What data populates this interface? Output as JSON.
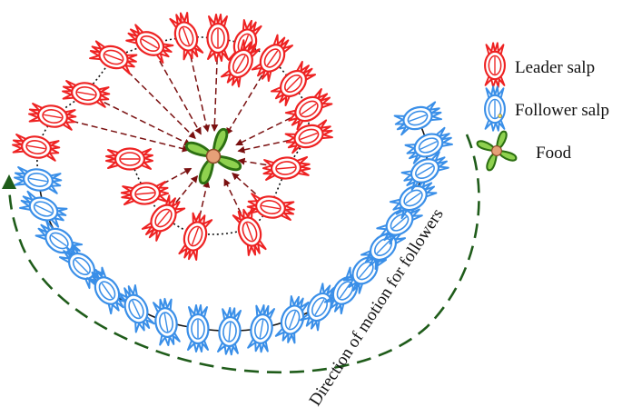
{
  "legend": {
    "leader": "Leader salp",
    "follower": "Follower salp",
    "food": "Food"
  },
  "caption": "Direction of motion for followers",
  "colors": {
    "leader": "#ee2222",
    "follower": "#3a8fe8",
    "food_body": "#8fd14f",
    "food_outline": "#2c6f12",
    "food_center": "#e6a078",
    "chain": "#111111",
    "leader_arrow": "#7a1010",
    "direction_arc": "#1f5c1a"
  },
  "icons": {
    "leader": "leader-salp-icon",
    "follower": "follower-salp-icon",
    "food": "food-icon"
  }
}
